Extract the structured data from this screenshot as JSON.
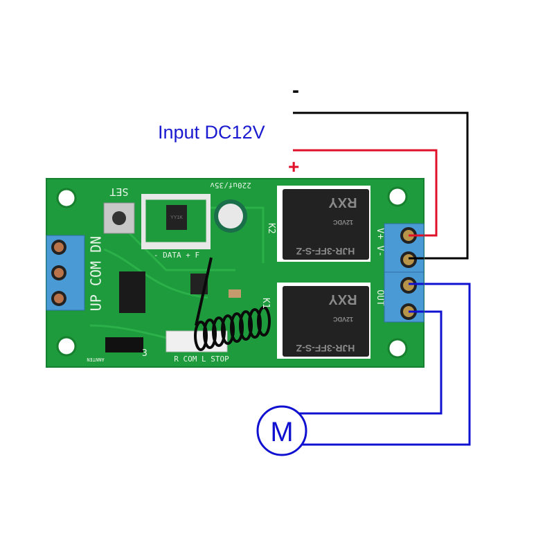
{
  "labels": {
    "input": "Input DC12V",
    "minus": "-",
    "plus": "+",
    "motor": "M"
  },
  "board": {
    "set": "SET",
    "capacitor": "220uf/35v",
    "left_terminal": "UP COM DN",
    "module_pins": "- DATA + F",
    "k1": "K1",
    "k2": "K2",
    "connector": "R COM L STOP",
    "antenna": "ANNTEN",
    "jumper": "3",
    "power_pins": "V+ V-",
    "out": "OUT",
    "relay_model_top": "HJR-3FF-S-Z",
    "relay_model_bottom": "HJR-3FF-S-Z",
    "relay_brand": "RXY",
    "relay_rating": "12VDC",
    "chip": "YY1K"
  },
  "colors": {
    "board": "#1e9b3c",
    "terminal": "#4a9ad6",
    "wire_red": "#e0102a",
    "wire_black": "#000000",
    "wire_blue": "#1010d0",
    "label_blue": "#1a1ad0"
  }
}
